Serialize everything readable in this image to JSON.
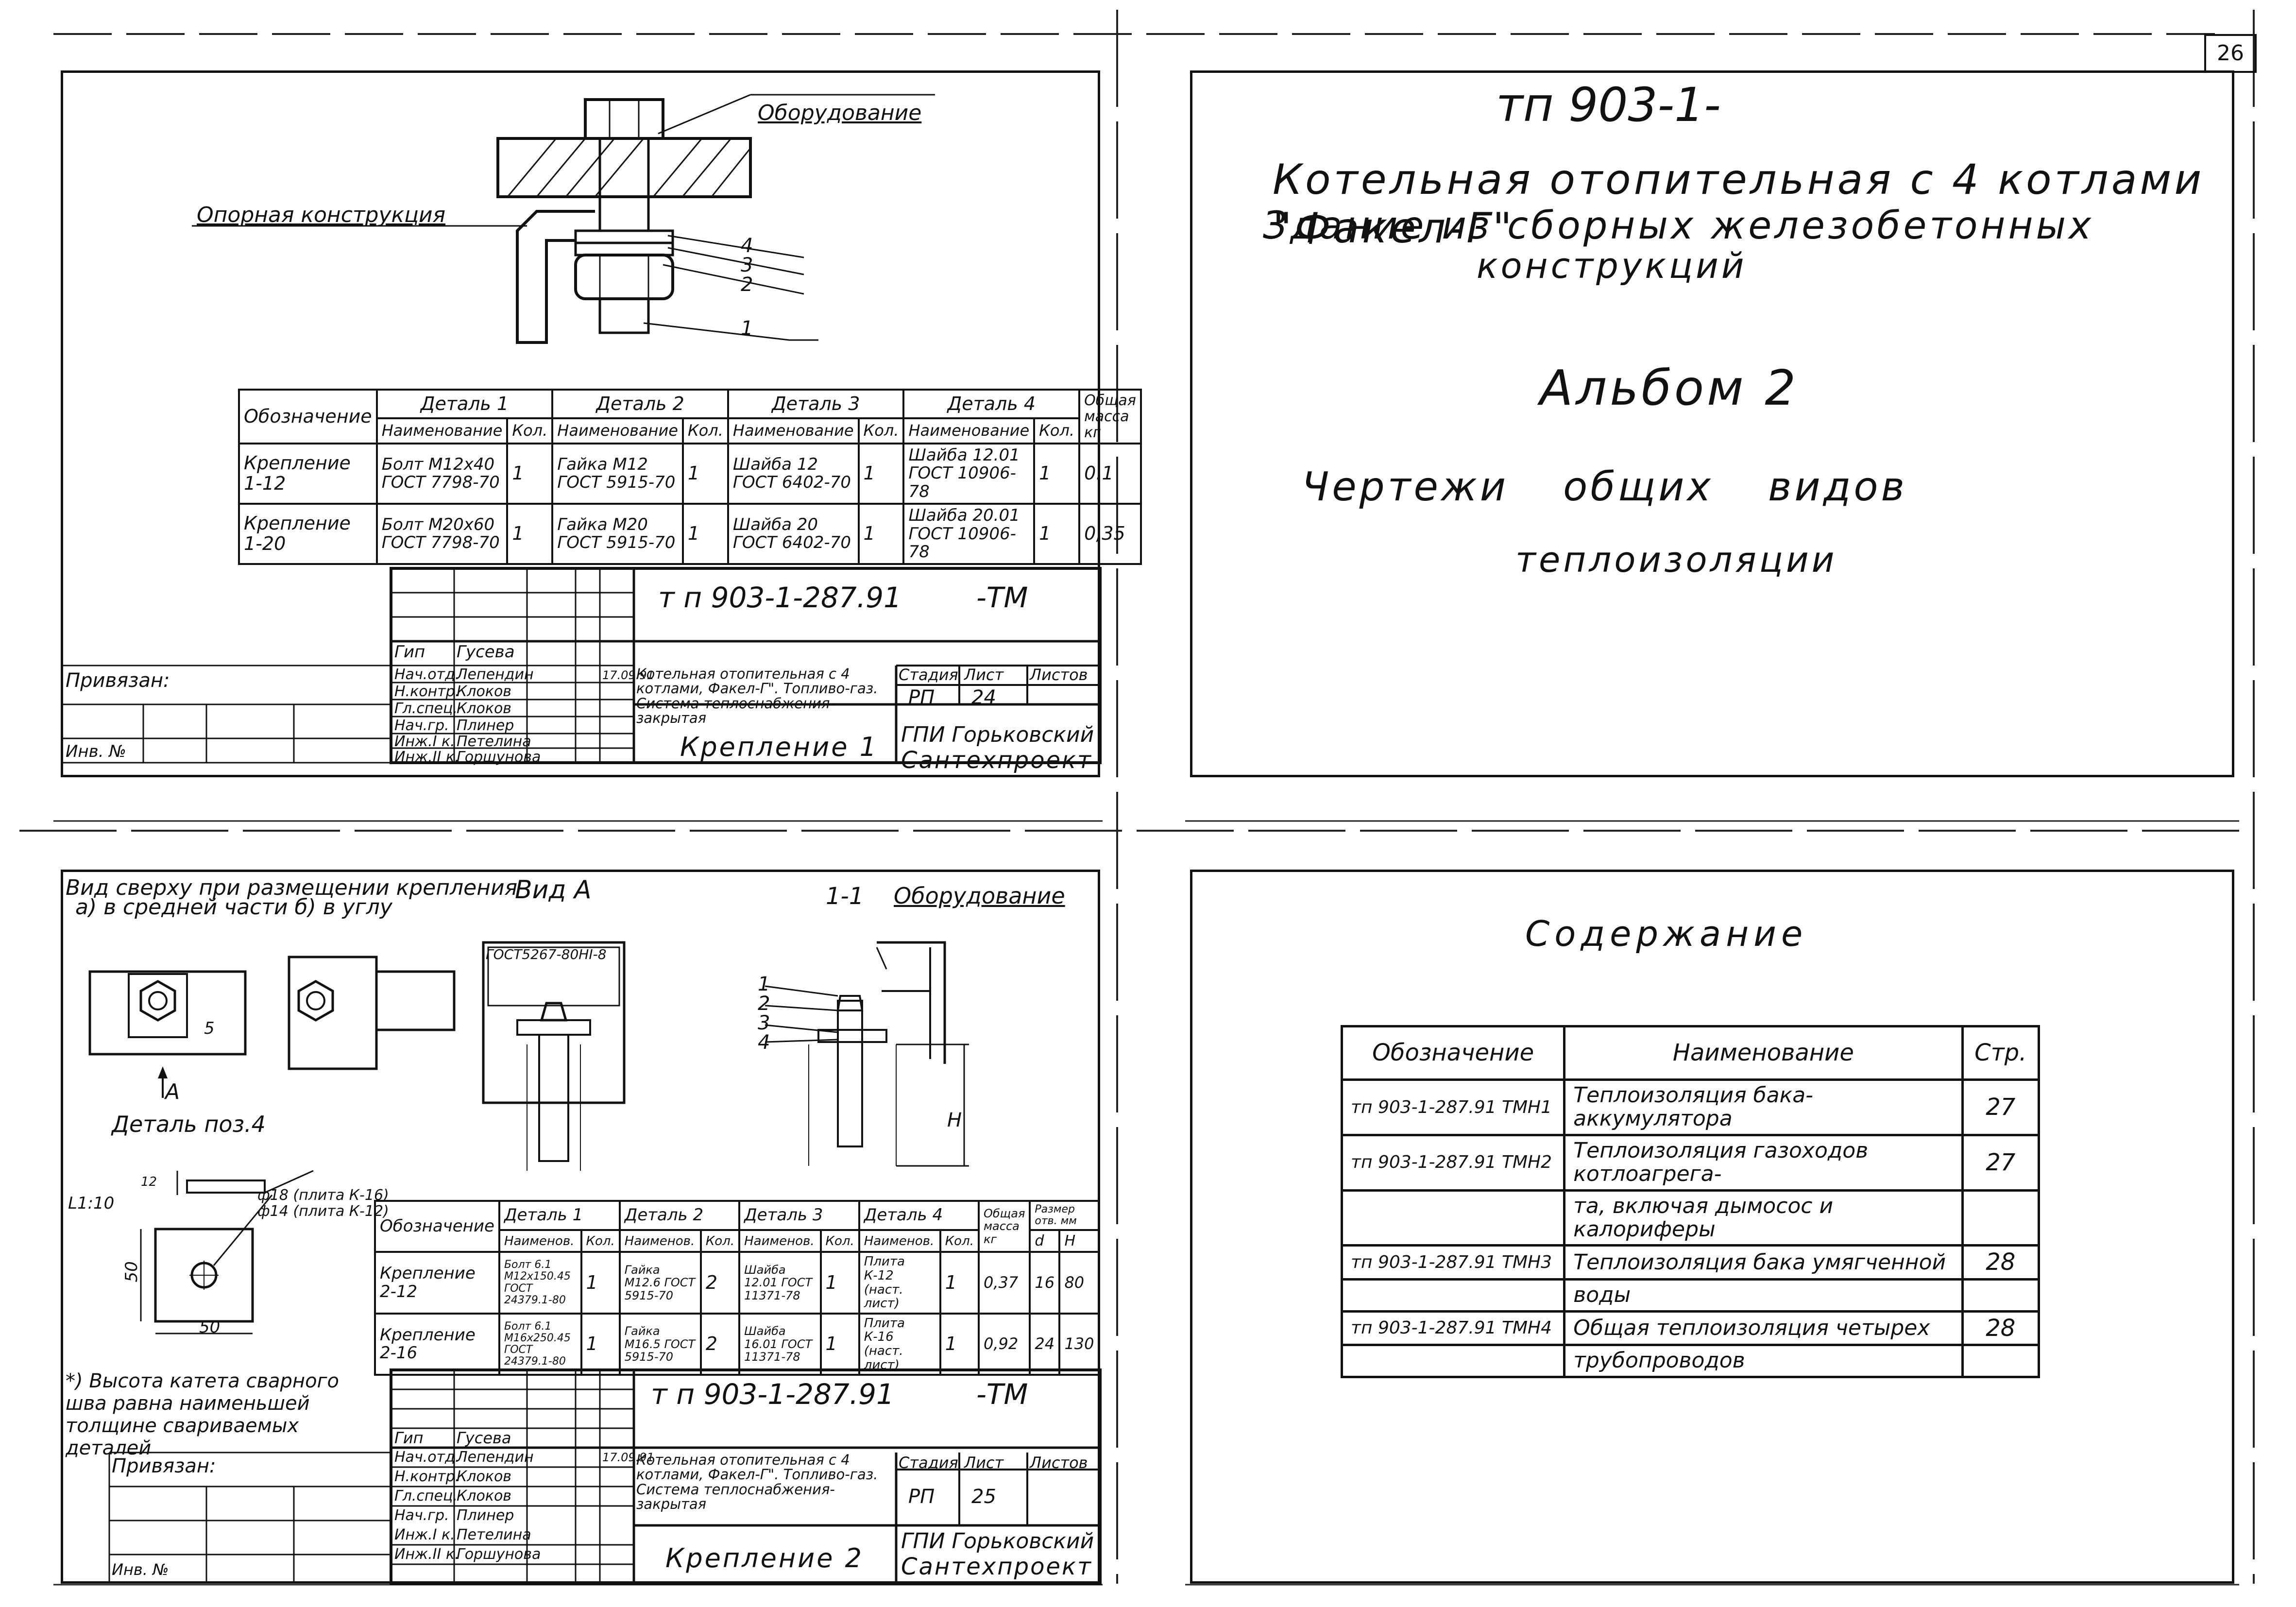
{
  "page_number": "26",
  "title_sheet": {
    "code": "тп 903-1-",
    "line1": "Котельная отопительная с 4 котлами \"Факел-Г\"",
    "line2": "Здание из сборных железобетонных",
    "line3": "конструкций",
    "album": "Альбом 2",
    "subtitle1": "Чертежи общих видов",
    "subtitle2": "теплоизоляции"
  },
  "contents": {
    "heading": "Содержание",
    "headers": [
      "Обозначение",
      "Наименование",
      "Стр."
    ],
    "rows": [
      {
        "code": "тп 903-1-287.91 ТМН1",
        "name": "Теплоизоляция бака-аккумулятора",
        "page": "27"
      },
      {
        "code": "тп 903-1-287.91 ТМН2",
        "name": "Теплоизоляция газоходов котлоагрега-",
        "page": "27"
      },
      {
        "code": "",
        "name": "та, включая дымосос и калориферы",
        "page": ""
      },
      {
        "code": "тп 903-1-287.91 ТМН3",
        "name": "Теплоизоляция бака умягченной",
        "page": "28"
      },
      {
        "code": "",
        "name": "воды",
        "page": ""
      },
      {
        "code": "тп 903-1-287.91 ТМН4",
        "name": "Общая теплоизоляция четырех",
        "page": "28"
      },
      {
        "code": "",
        "name": "трубопроводов",
        "page": ""
      }
    ]
  },
  "sheet1": {
    "label_equipment": "Оборудование",
    "label_support": "Опорная конструкция",
    "callouts": [
      "4",
      "3",
      "2",
      "1"
    ],
    "table": {
      "h_designation": "Обозначение",
      "h_detail1": "Деталь 1",
      "h_detail2": "Деталь 2",
      "h_detail3": "Деталь 3",
      "h_detail4": "Деталь 4",
      "h_mass": "Общая масса кг",
      "h_name": "Наименование",
      "h_qty": "Кол.",
      "rows": [
        {
          "des": "Крепление 1-12",
          "d1": "Болт М12х40 ГОСТ 7798-70",
          "q1": "1",
          "d2": "Гайка М12 ГОСТ 5915-70",
          "q2": "1",
          "d3": "Шайба 12 ГОСТ 6402-70",
          "q3": "1",
          "d4": "Шайба 12.01 ГОСТ 10906-78",
          "q4": "1",
          "mass": "0.1"
        },
        {
          "des": "Крепление 1-20",
          "d1": "Болт М20х60 ГОСТ 7798-70",
          "q1": "1",
          "d2": "Гайка М20 ГОСТ 5915-70",
          "q2": "1",
          "d3": "Шайба 20 ГОСТ 6402-70",
          "q3": "1",
          "d4": "Шайба 20.01 ГОСТ 10906-78",
          "q4": "1",
          "mass": "0,35"
        }
      ]
    },
    "stamp": {
      "doc_code": "т п 903-1-287.91",
      "doc_suffix": "-ТМ",
      "bound": "Привязан:",
      "inv": "Инв. №",
      "roles": [
        "Гип",
        "Нач.отд.",
        "Н.контр.",
        "Гл.спец.",
        "Нач.гр.",
        "Инж.I к.",
        "Инж.II к."
      ],
      "names": [
        "Гусева",
        "Лепендин",
        "Клоков",
        "Клоков",
        "Плинер",
        "Петелина",
        "Горшунова"
      ],
      "date": "17.09.91",
      "description": "Котельная отопительная с 4 котлами, Факел-Г\". Топливо-газ. Система теплоснабжения-закрытая",
      "stage_h": "Стадия",
      "sheet_h": "Лист",
      "sheets_h": "Листов",
      "stage": "РП",
      "sheet": "24",
      "sheet_title": "Крепление 1",
      "org1": "ГПИ Горьковский",
      "org2": "Сантехпроект"
    }
  },
  "sheet2": {
    "top_note1": "Вид сверху при размещении крепления",
    "top_note2": "а) в средней части б) в углу",
    "view_a": "Вид А",
    "section": "1-1",
    "label_equipment": "Оборудование",
    "gost_label": "ГОСТ5267-80НI-8",
    "arrow_a": "А",
    "detail_pos": "Деталь поз.4",
    "scale": "L1:10",
    "hole1": "ф18 (плита К-16)",
    "hole2": "ф14 (плита К-12)",
    "dim50a": "50",
    "dim50b": "50",
    "dim5": "5",
    "dim12": "12",
    "dim_h": "Н",
    "callouts": [
      "1",
      "2",
      "3",
      "4"
    ],
    "footnote": "*) Высота катета сварного шва равна наименьшей толщине свариваемых деталей",
    "table": {
      "h_designation": "Обозначение",
      "h_detail1": "Деталь 1",
      "h_detail2": "Деталь 2",
      "h_detail3": "Деталь 3",
      "h_detail4": "Деталь 4",
      "h_mass": "Общая масса кг",
      "h_size": "Размер отв. мм",
      "h_name": "Наименов.",
      "h_qty": "Кол.",
      "h_d": "d",
      "h_h": "Н",
      "rows": [
        {
          "des": "Крепление 2-12",
          "d1": "Болт 6.1 М12х150.45 ГОСТ 24379.1-80",
          "q1": "1",
          "d2": "Гайка М12.6 ГОСТ 5915-70",
          "q2": "2",
          "d3": "Шайба 12.01 ГОСТ 11371-78",
          "q3": "1",
          "d4": "Плита К-12 (наст. лист)",
          "q4": "1",
          "mass": "0,37",
          "d": "16",
          "h": "80"
        },
        {
          "des": "Крепление 2-16",
          "d1": "Болт 6.1 М16х250.45 ГОСТ 24379.1-80",
          "q1": "1",
          "d2": "Гайка М16.5 ГОСТ 5915-70",
          "q2": "2",
          "d3": "Шайба 16.01 ГОСТ 11371-78",
          "q3": "1",
          "d4": "Плита К-16 (наст. лист)",
          "q4": "1",
          "mass": "0,92",
          "d": "24",
          "h": "130"
        }
      ]
    },
    "stamp": {
      "doc_code": "т п 903-1-287.91",
      "doc_suffix": "-ТМ",
      "bound": "Привязан:",
      "inv": "Инв. №",
      "roles": [
        "Гип",
        "Нач.отд.",
        "Н.контр.",
        "Гл.спец.",
        "Нач.гр.",
        "Инж.I к.",
        "Инж.II к."
      ],
      "names": [
        "Гусева",
        "Лепендин",
        "Клоков",
        "Клоков",
        "Плинер",
        "Петелина",
        "Горшунова"
      ],
      "date": "17.09.91",
      "description": "Котельная отопительная с 4 котлами, Факел-Г\". Топливо-газ. Система теплоснабжения-закрытая",
      "stage_h": "Стадия",
      "sheet_h": "Лист",
      "sheets_h": "Листов",
      "stage": "РП",
      "sheet": "25",
      "sheet_title": "Крепление 2",
      "org1": "ГПИ Горьковский",
      "org2": "Сантехпроект"
    }
  }
}
